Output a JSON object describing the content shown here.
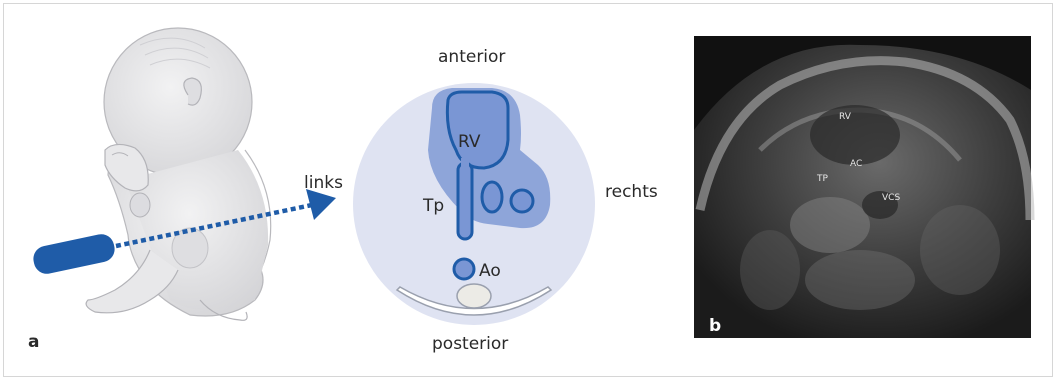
{
  "panels": {
    "a": {
      "letter": "a"
    },
    "b": {
      "letter": "b"
    }
  },
  "diagram": {
    "top": "anterior",
    "bottom": "posterior",
    "left": "links",
    "right": "rechts",
    "structures": [
      "RV",
      "Tp",
      "Ao"
    ]
  },
  "ultrasound": {
    "labels": [
      "RV",
      "AC",
      "TP",
      "VCS"
    ]
  },
  "colors": {
    "accent": "#1f5ca8",
    "circle": "#dfe3f2",
    "heart": "#8ea5d9",
    "vessel": "#7a96d4",
    "fetus": "#e6e6e8"
  }
}
